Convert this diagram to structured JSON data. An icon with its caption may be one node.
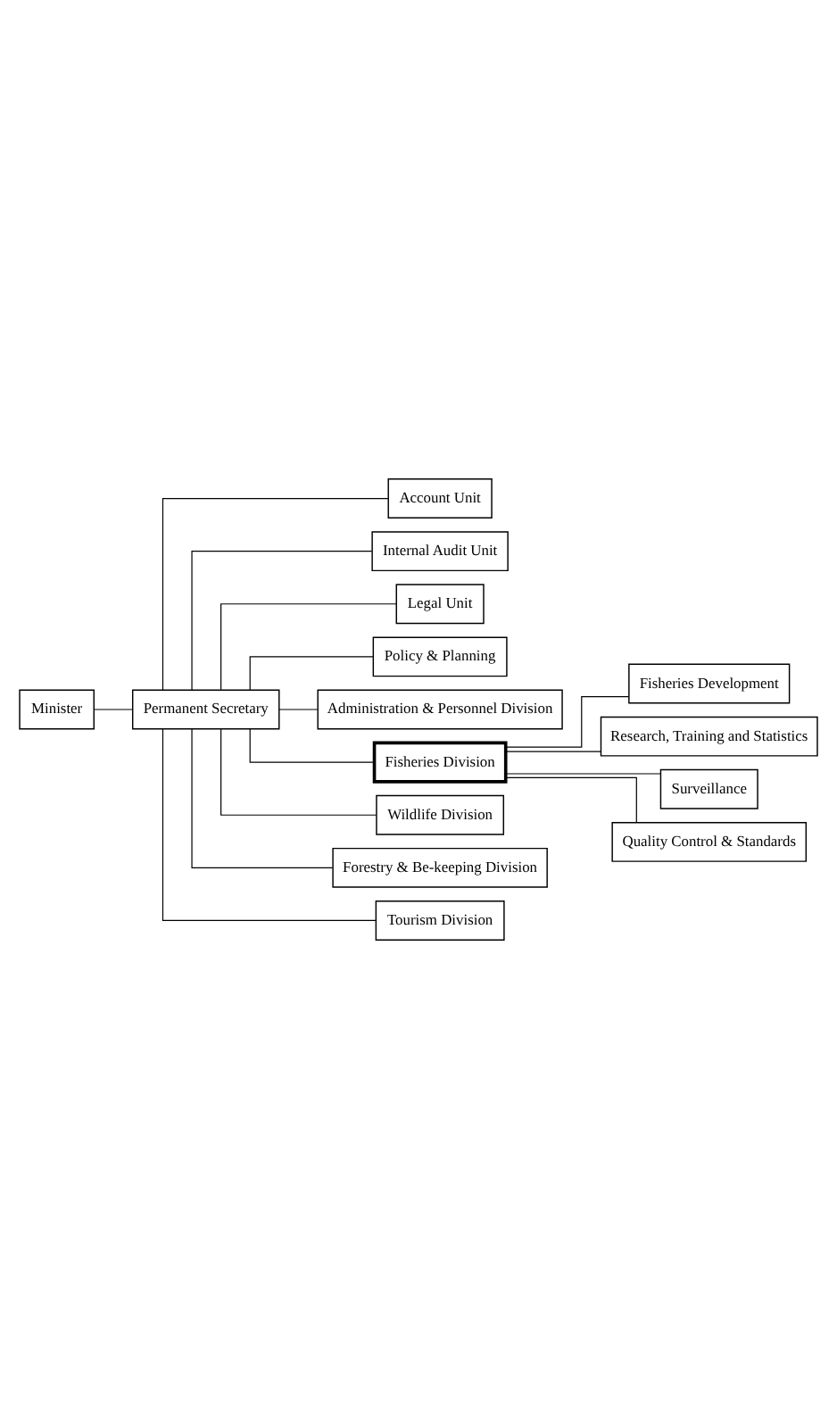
{
  "diagram": {
    "nodes": [
      {
        "text": [
          "Minister"
        ]
      },
      {
        "text": [
          "Permanent Secretary"
        ]
      },
      {
        "text": [
          "Account Unit"
        ]
      },
      {
        "text": [
          "Internal Audit Unit"
        ]
      },
      {
        "text": [
          "Legal Unit"
        ]
      },
      {
        "text": [
          "Policy & Planning"
        ]
      },
      {
        "text": [
          "Administration & Personnel Division"
        ]
      },
      {
        "text": [
          "Fisheries Division"
        ]
      },
      {
        "text": [
          "Fisheries Development"
        ]
      },
      {
        "text": [
          "Research, Training and Statistics"
        ]
      },
      {
        "text": [
          "Surveillance"
        ]
      },
      {
        "text": [
          "Quality Control & Standards"
        ]
      },
      {
        "text": [
          "Wildlife Division"
        ]
      },
      {
        "text": [
          "Forestry & Be-keeping Division"
        ]
      },
      {
        "text": [
          "Tourism Division"
        ]
      }
    ],
    "edges": [
      {
        "from": 0,
        "to": 1,
        "arrow": "none"
      },
      {
        "from": 1,
        "to": 2,
        "arrow": "none"
      },
      {
        "from": 1,
        "to": 3,
        "arrow": "none"
      },
      {
        "from": 1,
        "to": 4,
        "arrow": "none"
      },
      {
        "from": 1,
        "to": 5,
        "arrow": "none"
      },
      {
        "from": 1,
        "to": 6,
        "arrow": "none"
      },
      {
        "from": 1,
        "to": 7,
        "arrow": "none"
      },
      {
        "from": 7,
        "to": 8,
        "arrow": "none"
      },
      {
        "from": 7,
        "to": 9,
        "arrow": "none"
      },
      {
        "from": 7,
        "to": 10,
        "arrow": "none"
      },
      {
        "from": 7,
        "to": 11,
        "arrow": "none"
      },
      {
        "from": 1,
        "to": 12,
        "arrow": "none"
      },
      {
        "from": 1,
        "to": 13,
        "arrow": "none"
      },
      {
        "from": 1,
        "to": 14,
        "arrow": "none"
      }
    ]
  }
}
